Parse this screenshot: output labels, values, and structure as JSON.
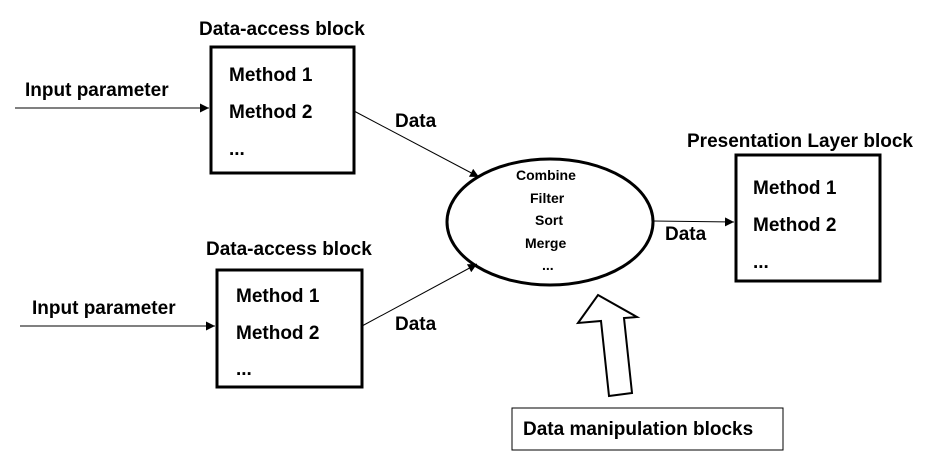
{
  "data_access_block_top": {
    "title": "Data-access block",
    "methods": [
      "Method 1",
      "Method 2",
      "..."
    ]
  },
  "data_access_block_bottom": {
    "title": "Data-access block",
    "methods": [
      "Method 1",
      "Method 2",
      "..."
    ]
  },
  "presentation_block": {
    "title": "Presentation Layer block",
    "methods": [
      "Method 1",
      "Method 2",
      "..."
    ]
  },
  "inputs": {
    "top": "Input parameter",
    "bottom": "Input parameter"
  },
  "flows": {
    "top_to_hub": "Data",
    "bottom_to_hub": "Data",
    "hub_to_presentation": "Data"
  },
  "manipulation_hub": {
    "operations": [
      "Combine",
      "Filter",
      "Sort",
      "Merge",
      "..."
    ]
  },
  "manipulation_caption": "Data manipulation blocks"
}
